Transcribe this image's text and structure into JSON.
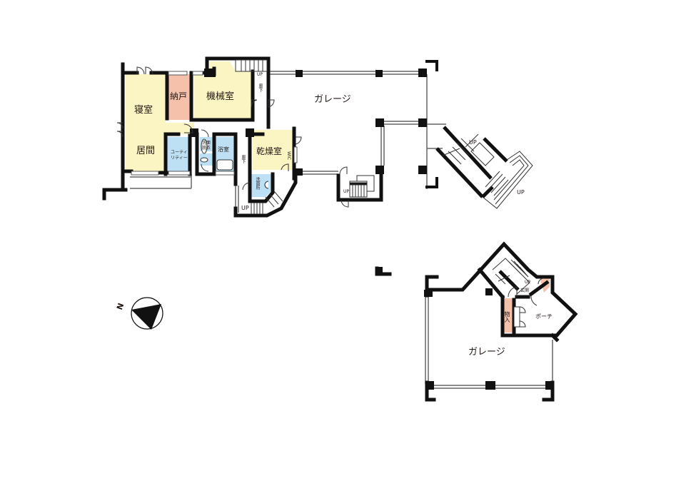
{
  "colors": {
    "wall": "#111111",
    "thin_line": "#666666",
    "room_yellow": "#FBF5C4",
    "room_salmon": "#F5C1AA",
    "room_blue": "#BEE0F4",
    "background": "#FFFFFF"
  },
  "upper_floor": {
    "rooms": {
      "bedroom": "寝室",
      "living": "居間",
      "storage": "納戸",
      "machine_room": "機械室",
      "utility": "ユーティリティー",
      "washroom_changing": "洗面脱衣",
      "bathroom": "浴室",
      "drying_room": "乾燥室",
      "washroom": "洗面所",
      "corridor_1": "廊下",
      "corridor_2": "廊下",
      "wic": "WIC",
      "garage": "ガレージ"
    },
    "stair_labels": {
      "stair_top": "UP",
      "stair_bottom": "UP",
      "stair_garage": "UP",
      "stair_diag_1": "UP",
      "stair_diag_2": "UP"
    }
  },
  "lower_floor": {
    "rooms": {
      "garage": "ガレージ",
      "entrance": "玄関",
      "storeroom": "物入",
      "porch": "ポーチ"
    },
    "stair_labels": {
      "stair_entrance": "UP"
    }
  },
  "compass": {
    "north_label": "N"
  }
}
